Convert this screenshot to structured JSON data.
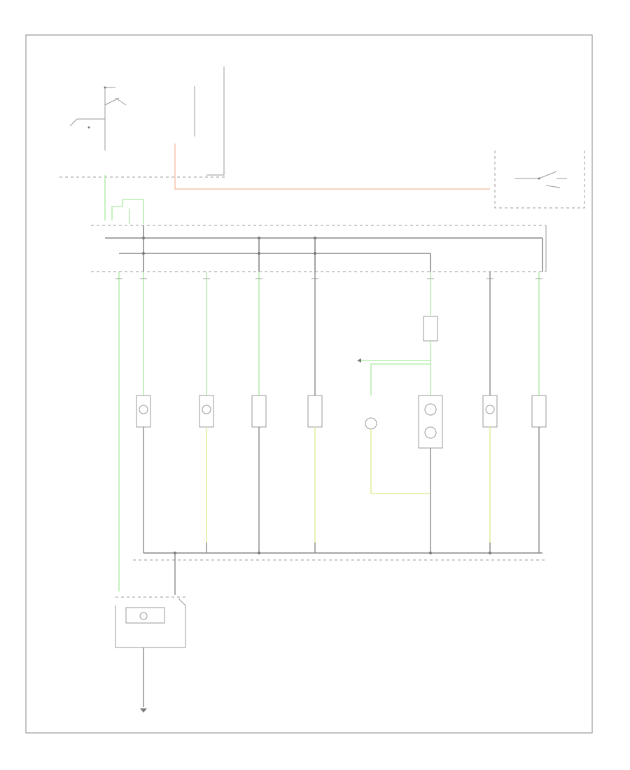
{
  "diagram": {
    "footer_code": "",
    "labels": {
      "battery_source": "",
      "fuse_block": "",
      "fuse_id": "",
      "dash_relay": "",
      "relay_note": "",
      "lighting_switch": "",
      "dimmer": "",
      "dimmer_tag": "",
      "connector_top": "",
      "connector_bottom": "",
      "illum_control": "",
      "ground": "",
      "circuit_a": "",
      "wire_color_grn": "",
      "wire_color_blk": ""
    },
    "components": [
      {
        "id": "c1",
        "label": ""
      },
      {
        "id": "c2",
        "label": ""
      },
      {
        "id": "c3",
        "label": ""
      },
      {
        "id": "c4",
        "label": ""
      },
      {
        "id": "c5",
        "label": ""
      },
      {
        "id": "c6",
        "label": ""
      },
      {
        "id": "c7",
        "label": ""
      },
      {
        "id": "c8",
        "label": ""
      }
    ],
    "wire_colors": {
      "power": "#b8eeb0",
      "ground_return": "#dfeea0",
      "dimmer_signal": "#f5b89a",
      "chassis": "#8a8a8a"
    },
    "note": ""
  }
}
